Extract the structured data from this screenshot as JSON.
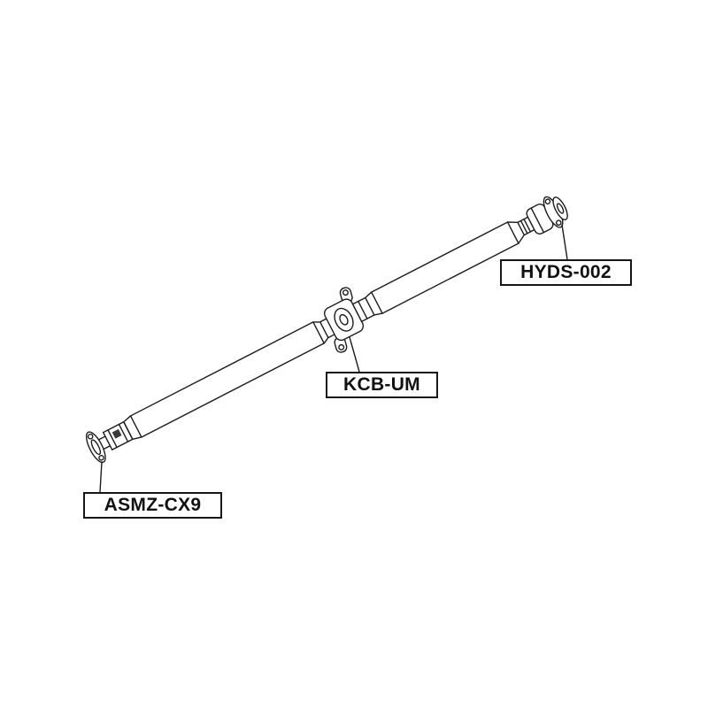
{
  "page": {
    "background_color": "#ffffff",
    "line_color": "#1c1c1c"
  },
  "diagram": {
    "kind": "auto-parts-line-drawing",
    "subject": "propeller-drive-shaft",
    "labels": [
      {
        "code": "HYDS-002",
        "part": "rear-universal-joint"
      },
      {
        "code": "KCB-UM",
        "part": "center-support-bearing"
      },
      {
        "code": "ASMZ-CX9",
        "part": "front-flange-joint"
      }
    ]
  }
}
